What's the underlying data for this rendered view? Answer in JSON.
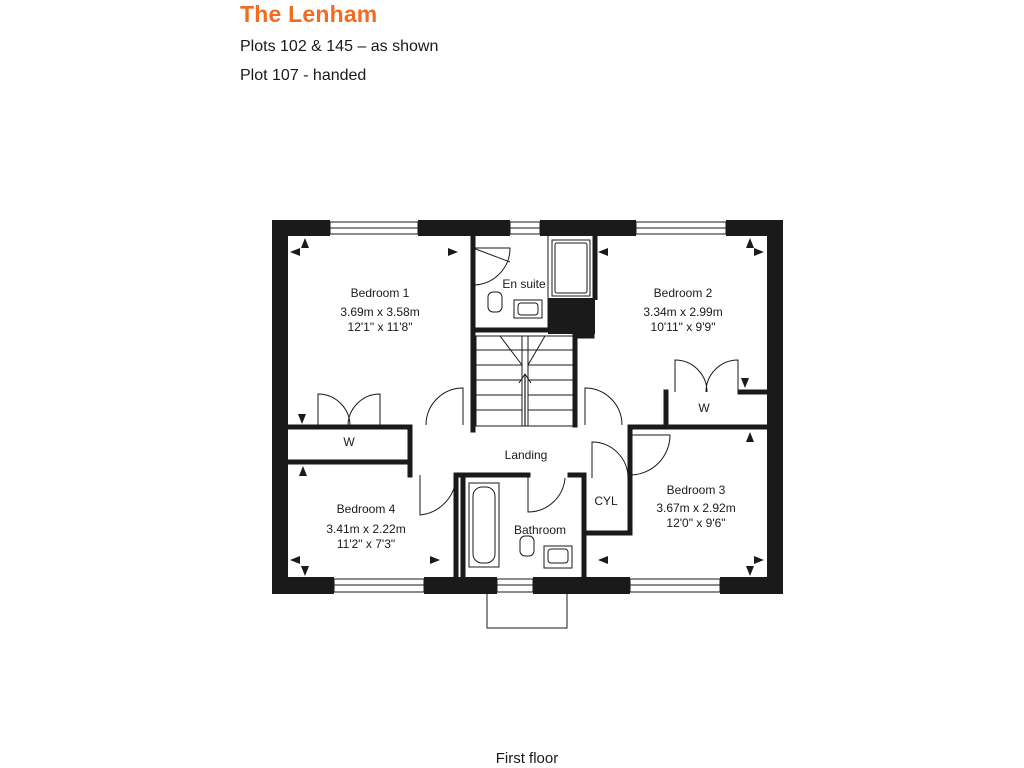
{
  "header": {
    "title": "The Lenham",
    "plots_shown": "Plots 102 & 145 – as shown",
    "plot_handed": "Plot 107 - handed"
  },
  "floor_label": "First floor",
  "rooms": {
    "bedroom1": {
      "name": "Bedroom 1",
      "metric": "3.69m x 3.58m",
      "imperial": "12'1\" x 11'8\""
    },
    "bedroom2": {
      "name": "Bedroom 2",
      "metric": "3.34m x 2.99m",
      "imperial": "10'11\" x 9'9\""
    },
    "bedroom3": {
      "name": "Bedroom 3",
      "metric": "3.67m x 2.92m",
      "imperial": "12'0\" x 9'6\""
    },
    "bedroom4": {
      "name": "Bedroom 4",
      "metric": "3.41m x 2.22m",
      "imperial": "11'2\" x 7'3\""
    },
    "ensuite": {
      "name": "En suite"
    },
    "landing": {
      "name": "Landing"
    },
    "bathroom": {
      "name": "Bathroom"
    },
    "cylinder": {
      "name": "CYL"
    },
    "wardrobe1": {
      "name": "W"
    },
    "wardrobe2": {
      "name": "W"
    }
  },
  "colors": {
    "title": "#f26b21",
    "wall": "#1a1a1a"
  }
}
